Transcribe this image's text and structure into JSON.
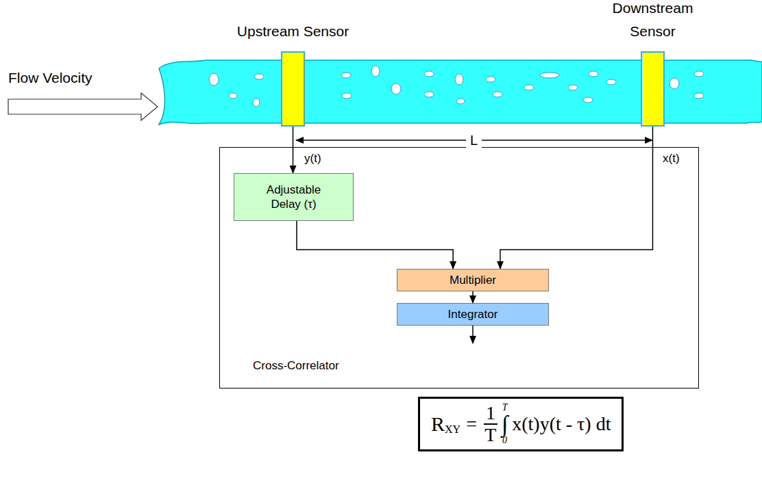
{
  "diagram": {
    "nodes": [
      {
        "text": [
          "Upstream Sensor"
        ]
      },
      {
        "text": [
          "Downstream Sensor"
        ]
      },
      {
        "text": [
          "Cross-Correlator"
        ]
      },
      {
        "text": [
          "Adjustable Delay (τ)"
        ],
        "in": 2
      },
      {
        "text": [
          "Multiplier"
        ],
        "in": 2
      },
      {
        "text": [
          "Integrator"
        ],
        "in": 2
      },
      {
        "text": [
          "R",
          "XY",
          "=",
          "1",
          "T",
          "∫",
          "T",
          "0",
          "x(t)y(t - τ) dt"
        ]
      }
    ],
    "edges": [
      {
        "from": 0,
        "to": 3,
        "arrow": "to",
        "label": "y(t)"
      },
      {
        "from": 1,
        "to": 4,
        "arrow": "to",
        "label": "x(t)"
      },
      {
        "from": 3,
        "to": 4,
        "arrow": "to"
      },
      {
        "from": 4,
        "to": 5,
        "arrow": "to"
      }
    ],
    "labels": [
      "Flow Velocity",
      "L"
    ]
  }
}
